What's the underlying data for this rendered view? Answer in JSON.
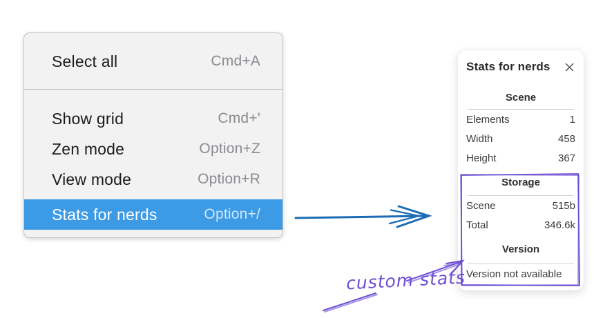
{
  "colors": {
    "menu_bg": "#f2f2f3",
    "menu_border": "#c2c6cb",
    "menu_text": "#1b1b1b",
    "menu_shortcut_text": "#8b8b90",
    "menu_highlight_bg": "#3d9be5",
    "menu_highlight_text": "#ffffff",
    "menu_highlight_shortcut": "#cfe6fa",
    "panel_bg": "#ffffff",
    "panel_text": "#3b3b3b",
    "arrow_blue": "#1a6cb5",
    "annotation_purple": "#6c4ed2"
  },
  "icons": {
    "close": "✕"
  },
  "menu": {
    "items": [
      {
        "label": "Select all",
        "shortcut": "Cmd+A",
        "highlighted": false
      },
      {
        "label": "Show grid",
        "shortcut": "Cmd+'",
        "highlighted": false
      },
      {
        "label": "Zen mode",
        "shortcut": "Option+Z",
        "highlighted": false
      },
      {
        "label": "View mode",
        "shortcut": "Option+R",
        "highlighted": false
      },
      {
        "label": "Stats for nerds",
        "shortcut": "Option+/",
        "highlighted": true
      }
    ]
  },
  "stats_panel": {
    "title": "Stats for nerds",
    "sections": [
      {
        "header": "Scene",
        "rows": [
          {
            "label": "Elements",
            "value": "1"
          },
          {
            "label": "Width",
            "value": "458"
          },
          {
            "label": "Height",
            "value": "367"
          }
        ]
      },
      {
        "header": "Storage",
        "rows": [
          {
            "label": "Scene",
            "value": "515b"
          },
          {
            "label": "Total",
            "value": "346.6k"
          }
        ]
      },
      {
        "header": "Version",
        "rows": [],
        "note": "Version not available"
      }
    ]
  },
  "annotations": {
    "custom_stats_label": "custom stats"
  }
}
